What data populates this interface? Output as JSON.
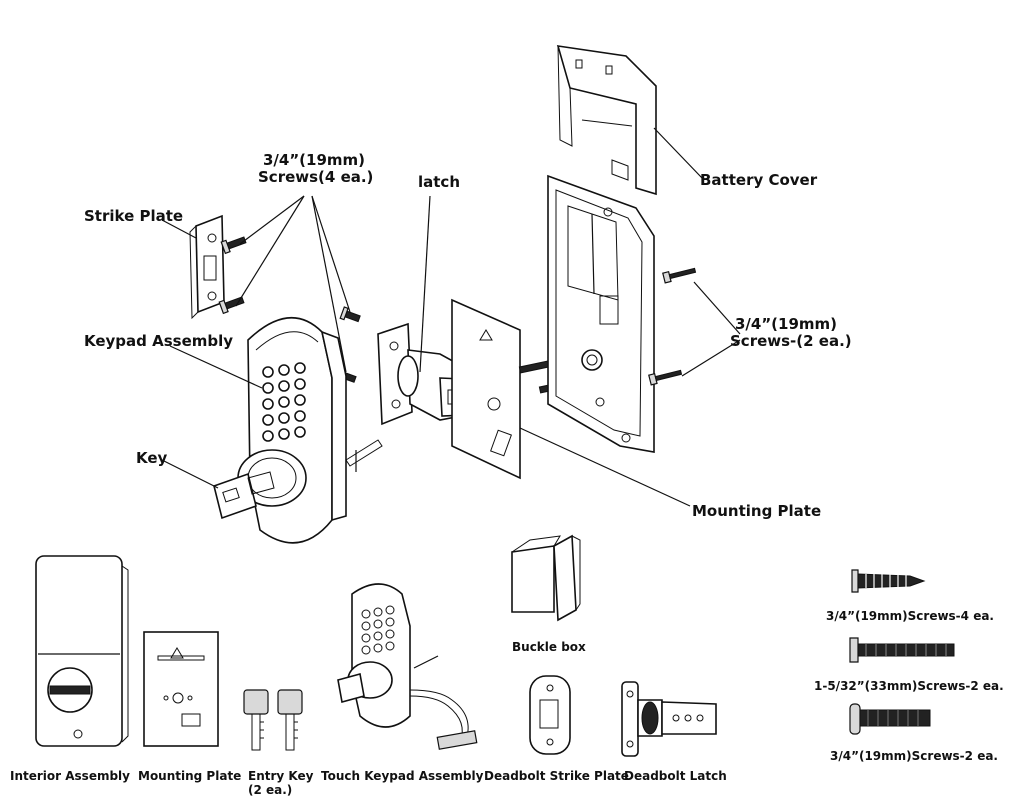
{
  "exploded_view": {
    "labels": {
      "strike_plate": "Strike Plate",
      "screws_4_line1": "3/4”(19mm)",
      "screws_4_line2": "Screws(4 ea.)",
      "latch": "latch",
      "battery_cover": "Battery Cover",
      "keypad_assembly": "Keypad Assembly",
      "screws_2_line1": "3/4”(19mm)",
      "screws_2_line2": "Screws-(2 ea.)",
      "key": "Key",
      "mounting_plate": "Mounting Plate"
    }
  },
  "parts_list": {
    "interior_assembly": "Interior Assembly",
    "mounting_plate": "Mounting Plate",
    "entry_key_line1": "Entry Key",
    "entry_key_line2": "(2 ea.)",
    "touch_keypad_assembly": "Touch Keypad Assembly",
    "buckle_box": "Buckle box",
    "deadbolt_strike_plate": "Deadbolt Strike Plate",
    "deadbolt_latch": "Deadbolt Latch",
    "screws": [
      "3/4”(19mm)Screws-4 ea.",
      "1-5/32”(33mm)Screws-2 ea.",
      "3/4”(19mm)Screws-2 ea."
    ]
  }
}
